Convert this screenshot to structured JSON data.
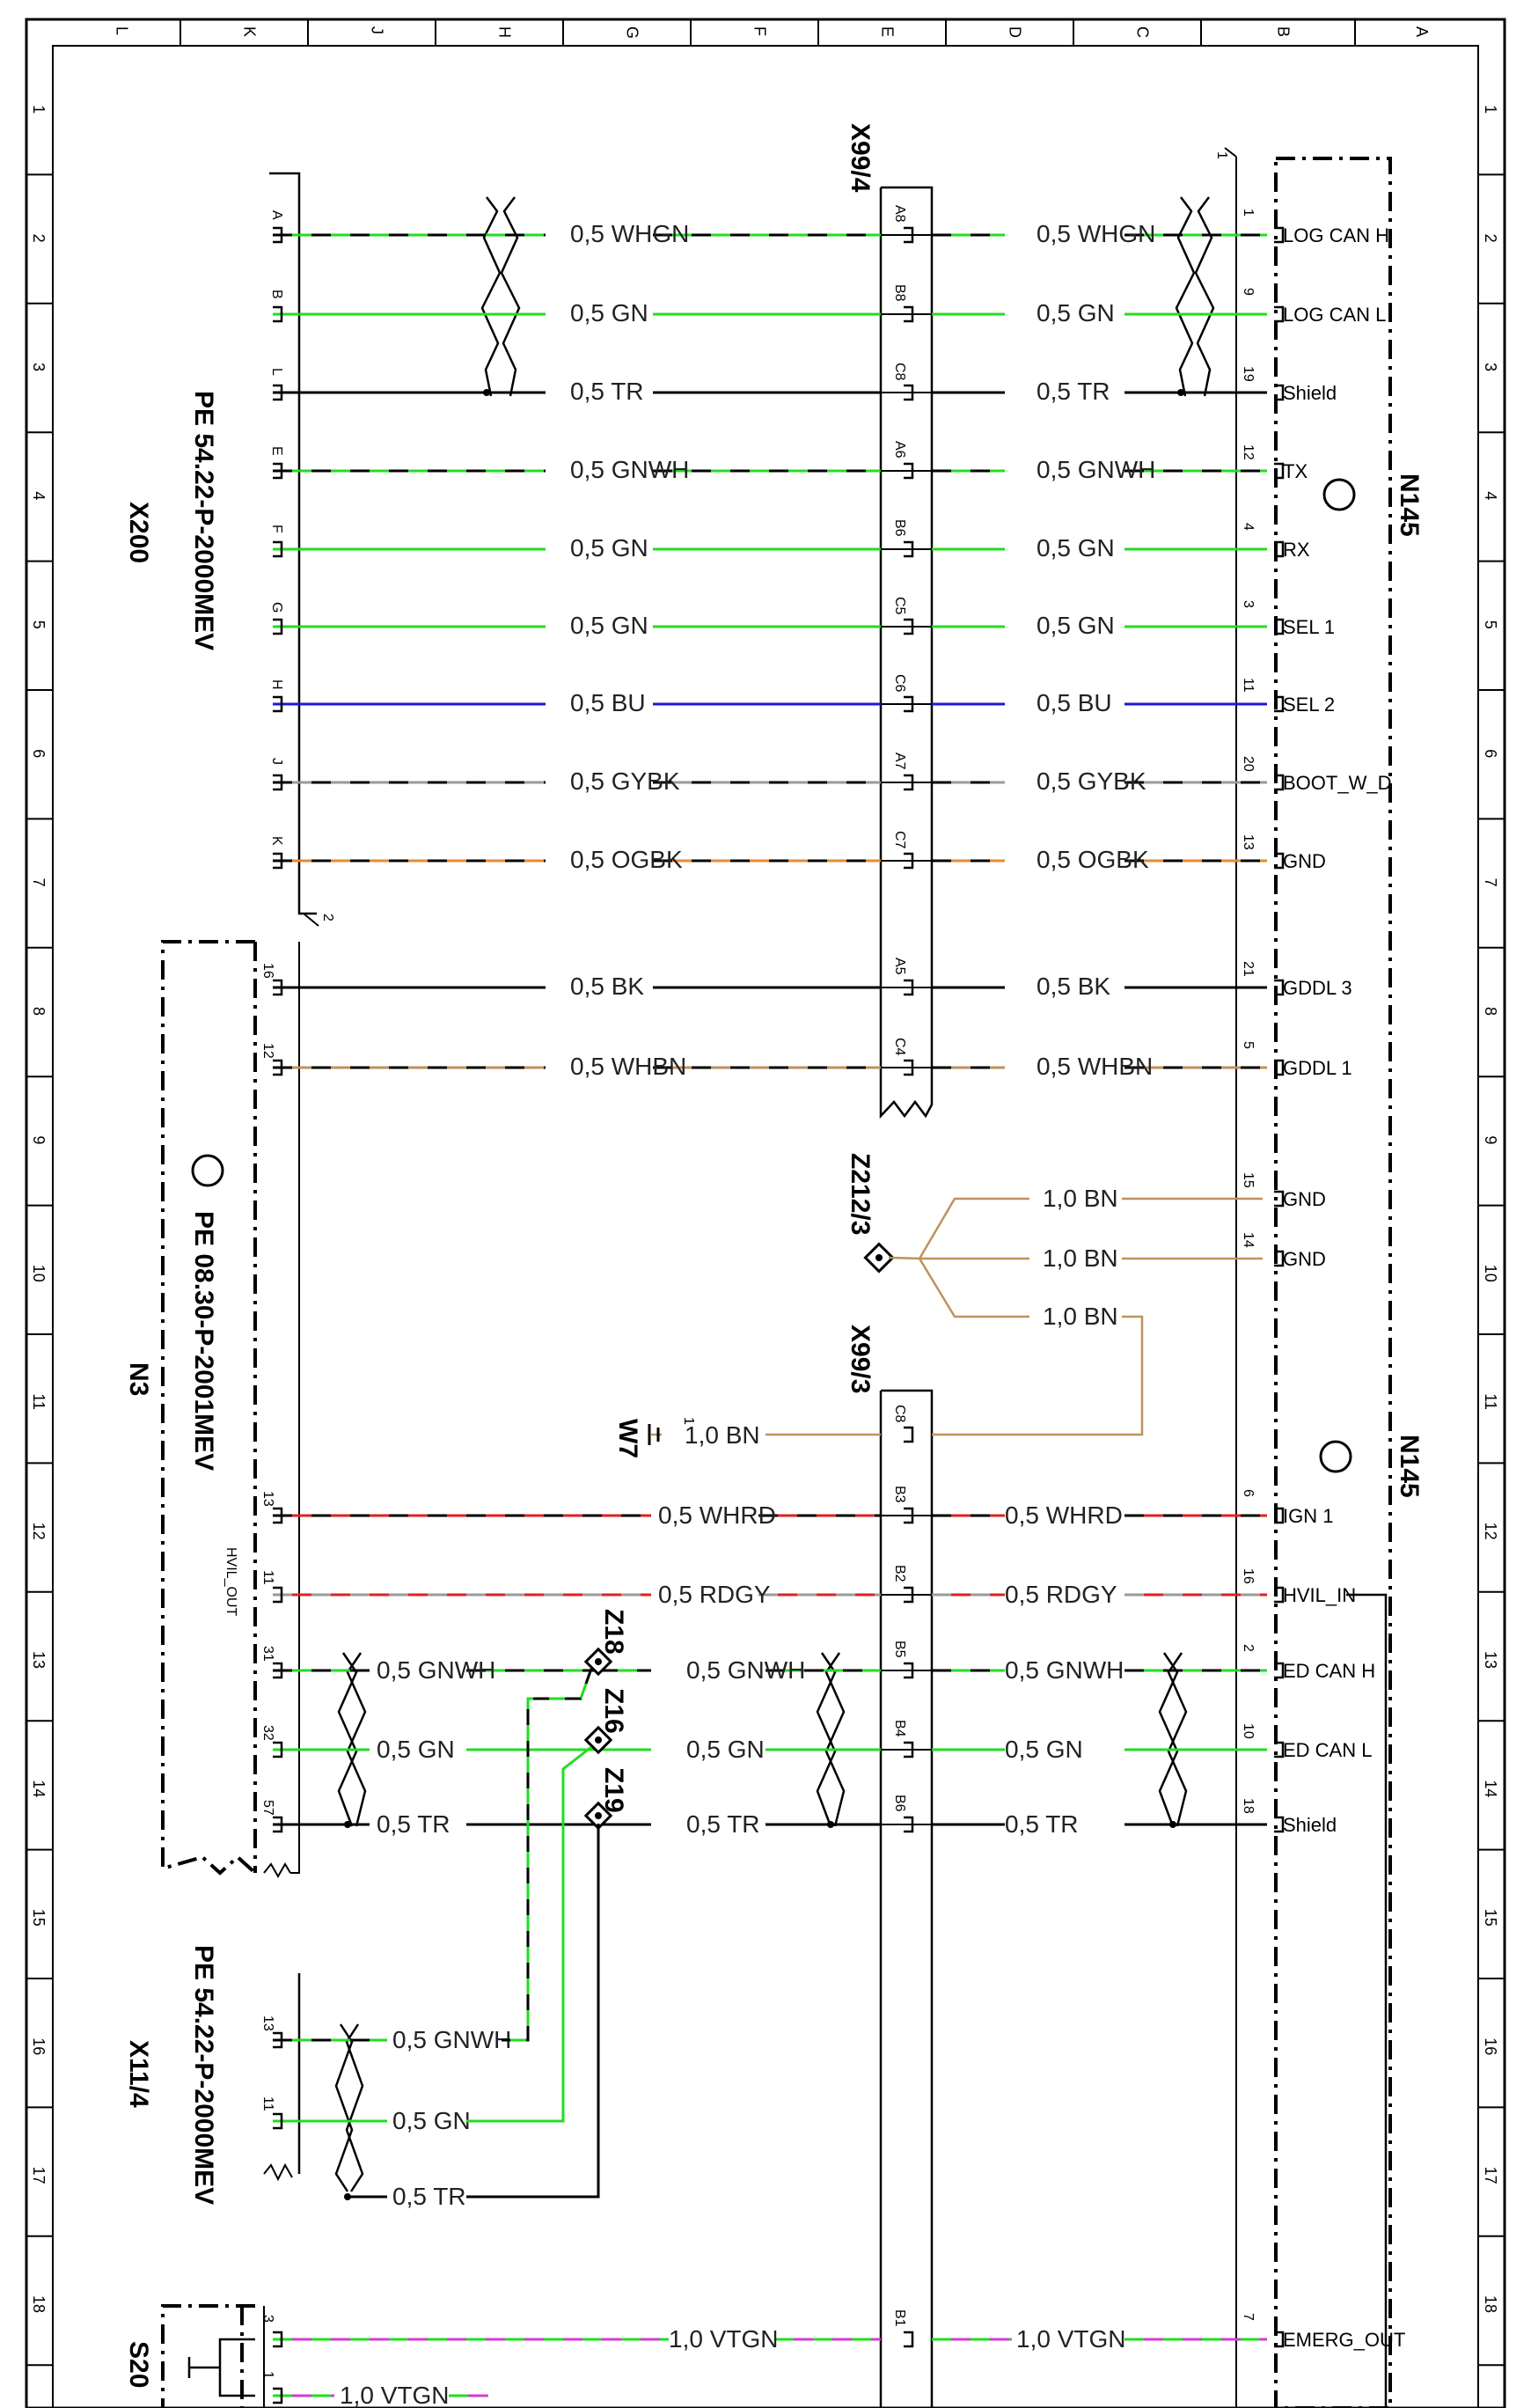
{
  "grid": {
    "columns": [
      "L",
      "K",
      "J",
      "H",
      "G",
      "F",
      "E",
      "D",
      "C",
      "B",
      "A"
    ],
    "rows": [
      "1",
      "2",
      "3",
      "4",
      "5",
      "6",
      "7",
      "8",
      "9",
      "10",
      "11",
      "12",
      "13",
      "14",
      "15",
      "16",
      "17",
      "18"
    ]
  },
  "components": {
    "x99_4": "X99/4",
    "x99_3": "X99/3",
    "n145_top": "N145",
    "n145_bottom": "N145",
    "x200": "X200",
    "n3": "N3",
    "x11_4": "X11/4",
    "z212_3": "Z212/3",
    "w7": "W7",
    "z18": "Z18",
    "z16": "Z16",
    "z19": "Z19",
    "s20": "S20",
    "ref1": "PE 54.22-P-2000MEV",
    "ref2": "PE 08.30-P-2001MEV",
    "ref3": "PE 54.22-P-2000MEV",
    "hvil_out": "HVIL_OUT",
    "n145_corner": "1",
    "x200_corner": "2",
    "w7_pin": "1"
  },
  "top_wires": [
    {
      "lpin": "A",
      "left": "0,5 WHGN",
      "epin": "A8",
      "right": "0,5 WHGN",
      "npin": "1",
      "sig": "LOG CAN H"
    },
    {
      "lpin": "B",
      "left": "0,5 GN",
      "epin": "B8",
      "right": "0,5 GN",
      "npin": "9",
      "sig": "LOG CAN L"
    },
    {
      "lpin": "L",
      "left": "0,5 TR",
      "epin": "C8",
      "right": "0,5 TR",
      "npin": "19",
      "sig": "Shield"
    },
    {
      "lpin": "E",
      "left": "0,5 GNWH",
      "epin": "A6",
      "right": "0,5 GNWH",
      "npin": "12",
      "sig": "TX"
    },
    {
      "lpin": "F",
      "left": "0,5 GN",
      "epin": "B6",
      "right": "0,5 GN",
      "npin": "4",
      "sig": "RX"
    },
    {
      "lpin": "G",
      "left": "0,5 GN",
      "epin": "C5",
      "right": "0,5 GN",
      "npin": "3",
      "sig": "SEL 1"
    },
    {
      "lpin": "H",
      "left": "0,5 BU",
      "epin": "C6",
      "right": "0,5 BU",
      "npin": "11",
      "sig": "SEL 2"
    },
    {
      "lpin": "J",
      "left": "0,5 GYBK",
      "epin": "A7",
      "right": "0,5 GYBK",
      "npin": "20",
      "sig": "BOOT_W_D"
    },
    {
      "lpin": "K",
      "left": "0,5 OGBK",
      "epin": "C7",
      "right": "0,5 OGBK",
      "npin": "13",
      "sig": "GND"
    },
    {
      "lpin": "16",
      "left": "0,5 BK",
      "epin": "A5",
      "right": "0,5 BK",
      "npin": "21",
      "sig": "GDDL 3"
    },
    {
      "lpin": "12",
      "left": "0,5 WHBN",
      "epin": "C4",
      "right": "0,5 WHBN",
      "npin": "5",
      "sig": "GDDL 1"
    }
  ],
  "gnd_wires": [
    {
      "label": "1,0 BN",
      "npin": "15",
      "sig": "GND"
    },
    {
      "label": "1,0 BN",
      "npin": "14",
      "sig": "GND"
    },
    {
      "label": "1,0 BN"
    }
  ],
  "w7_wire": {
    "label": "1,0 BN",
    "epin": "C8"
  },
  "bottom_wires": [
    {
      "lpin": "13",
      "left": "0,5 WHRD",
      "epin": "B3",
      "right": "0,5 WHRD",
      "npin": "6",
      "sig": "IGN 1"
    },
    {
      "lpin": "11",
      "left": "0,5 RDGY",
      "epin": "B2",
      "right": "0,5 RDGY",
      "npin": "16",
      "sig": "HVIL_IN"
    },
    {
      "lpin": "31",
      "left": "0,5 GNWH",
      "mid": "0,5 GNWH",
      "epin": "B5",
      "right": "0,5 GNWH",
      "npin": "2",
      "sig": "ED CAN H"
    },
    {
      "lpin": "32",
      "left": "0,5 GN",
      "mid": "0,5 GN",
      "epin": "B4",
      "right": "0,5 GN",
      "npin": "10",
      "sig": "ED CAN L"
    },
    {
      "lpin": "57",
      "left": "0,5 TR",
      "mid": "0,5 TR",
      "epin": "B6",
      "right": "0,5 TR",
      "npin": "18",
      "sig": "Shield"
    }
  ],
  "x11_wires": [
    {
      "lpin": "13",
      "label": "0,5 GNWH"
    },
    {
      "lpin": "11",
      "label": "0,5 GN"
    },
    {
      "label": "0,5 TR"
    }
  ],
  "s20_wires": [
    {
      "lpin": "3",
      "left": "1,0 VTGN",
      "epin": "B1",
      "right": "1,0 VTGN",
      "npin": "7",
      "sig": "EMERG_OUT"
    },
    {
      "lpin": "1",
      "left": "1,0 VTGN"
    }
  ],
  "colors": {
    "green": "#22dd22",
    "blue": "#1a1ad8",
    "orange": "#e88a30",
    "brown": "#c0915c",
    "red": "#e02020",
    "magenta": "#d23cd2",
    "grey": "#9a9a9a",
    "black": "#000000"
  }
}
